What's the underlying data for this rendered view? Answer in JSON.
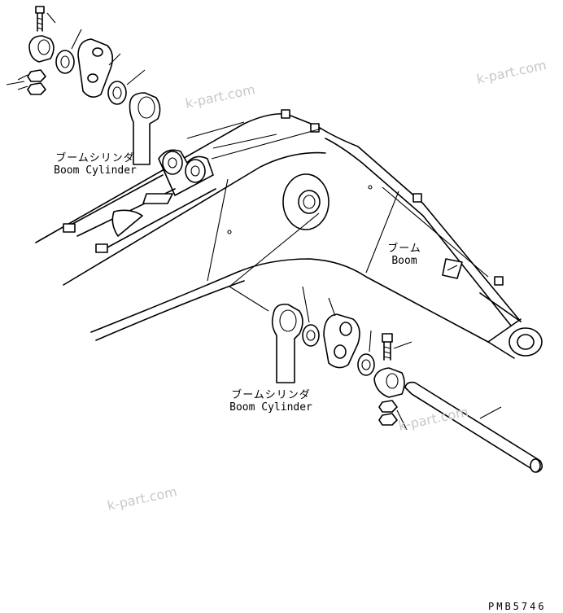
{
  "labels": {
    "boom_cylinder_top_jp": "ブームシリンダ",
    "boom_cylinder_top_en": "Boom Cylinder",
    "boom_jp": "ブーム",
    "boom_en": "Boom",
    "boom_cylinder_bottom_jp": "ブームシリンダ",
    "boom_cylinder_bottom_en": "Boom Cylinder"
  },
  "watermarks": [
    "k-part.com",
    "k-part.com",
    "k-part.com",
    "k-part.com"
  ],
  "drawing_code": "PMB5746"
}
